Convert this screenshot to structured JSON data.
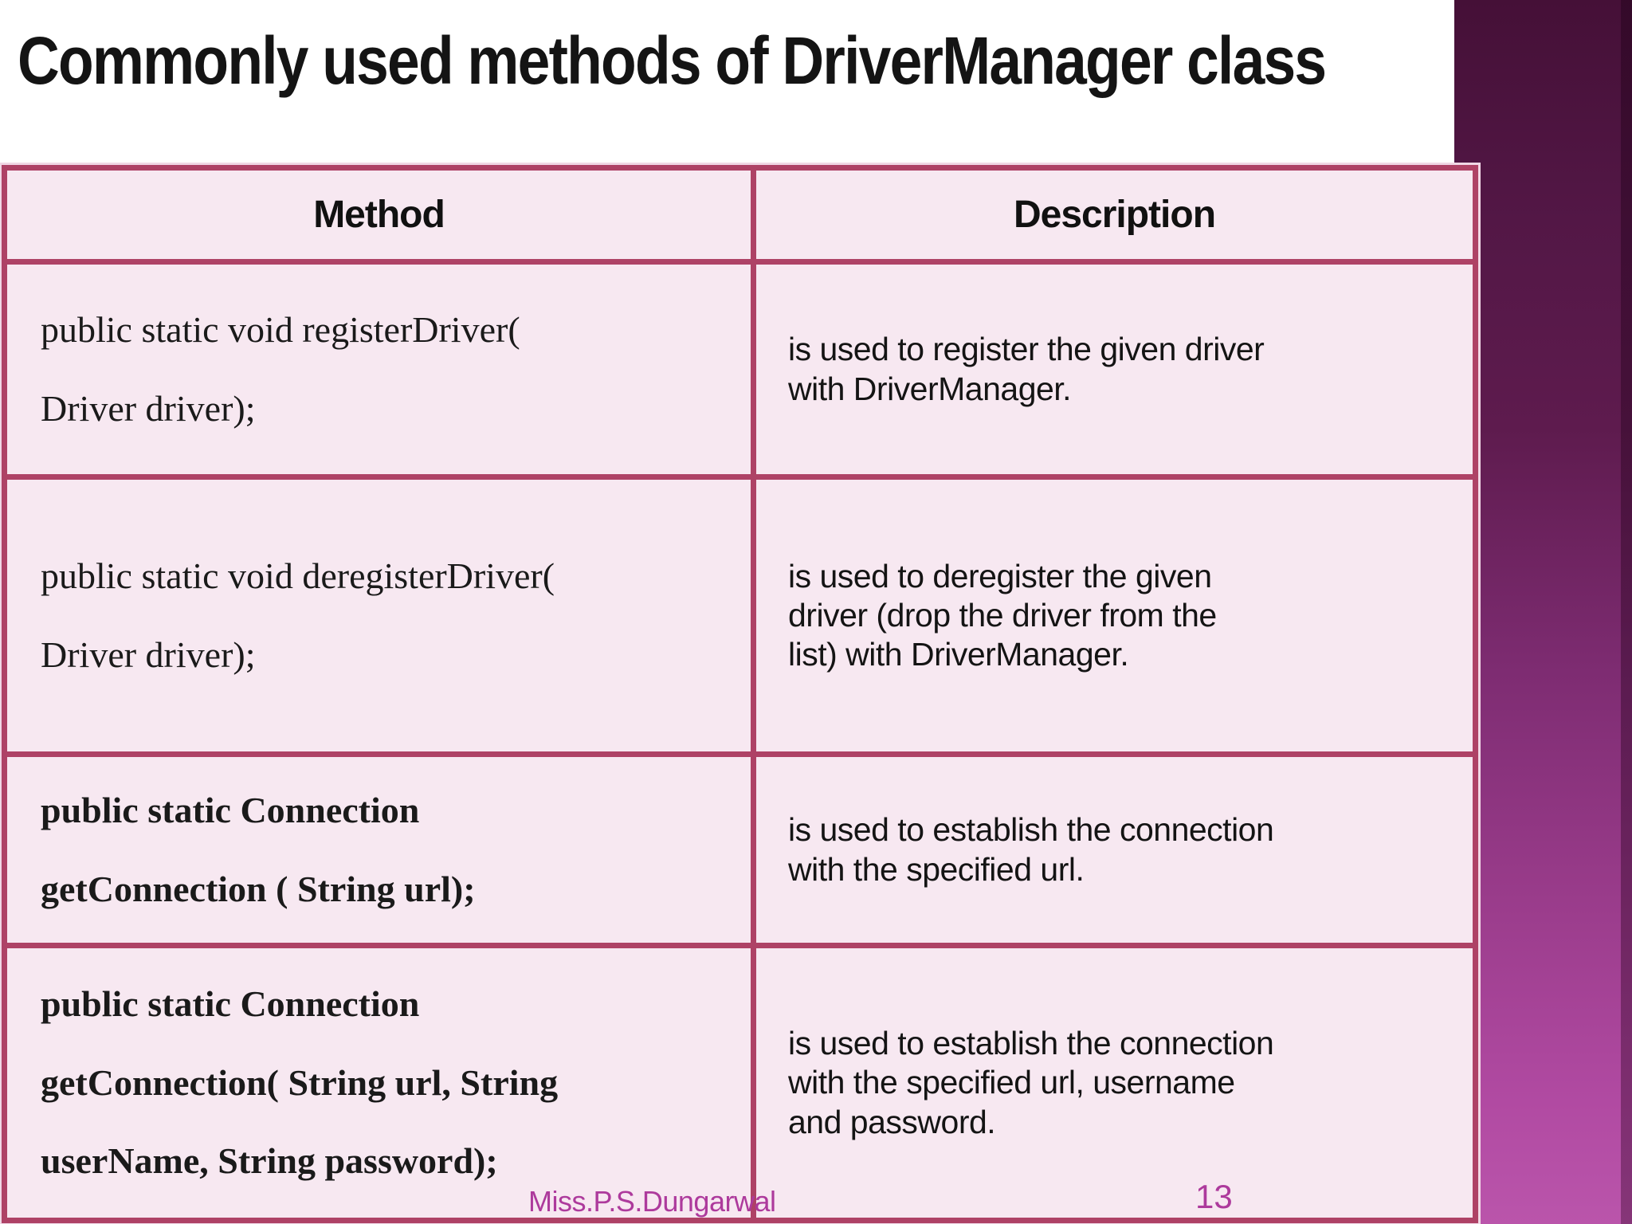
{
  "title": "Commonly used methods of DriverManager class",
  "table": {
    "headers": {
      "method": "Method",
      "description": "Description"
    },
    "rows": [
      {
        "method": "public static void registerDriver(\nDriver driver);",
        "description": "is used to register the given driver\nwith DriverManager."
      },
      {
        "method": "public static void deregisterDriver(\nDriver driver);",
        "description": "is used to deregister the given\ndriver (drop the driver from the\nlist) with DriverManager."
      },
      {
        "method": "public static Connection\ngetConnection ( String url);",
        "description": "is used to establish the connection\nwith the specified url."
      },
      {
        "method": "public static Connection\ngetConnection( String url, String\nuserName, String password);",
        "description": "is used to establish the connection\nwith the specified url, username\nand password."
      }
    ]
  },
  "footer": {
    "author": "Miss.P.S.Dungarwal",
    "page_number": "13"
  },
  "colors": {
    "table_border": "#ae4266",
    "cell_background": "#f7e8f1",
    "accent_band_top": "#451037",
    "accent_band_bottom": "#ba55ab",
    "footer_text": "#ad3a9c",
    "title_text": "#141414"
  }
}
